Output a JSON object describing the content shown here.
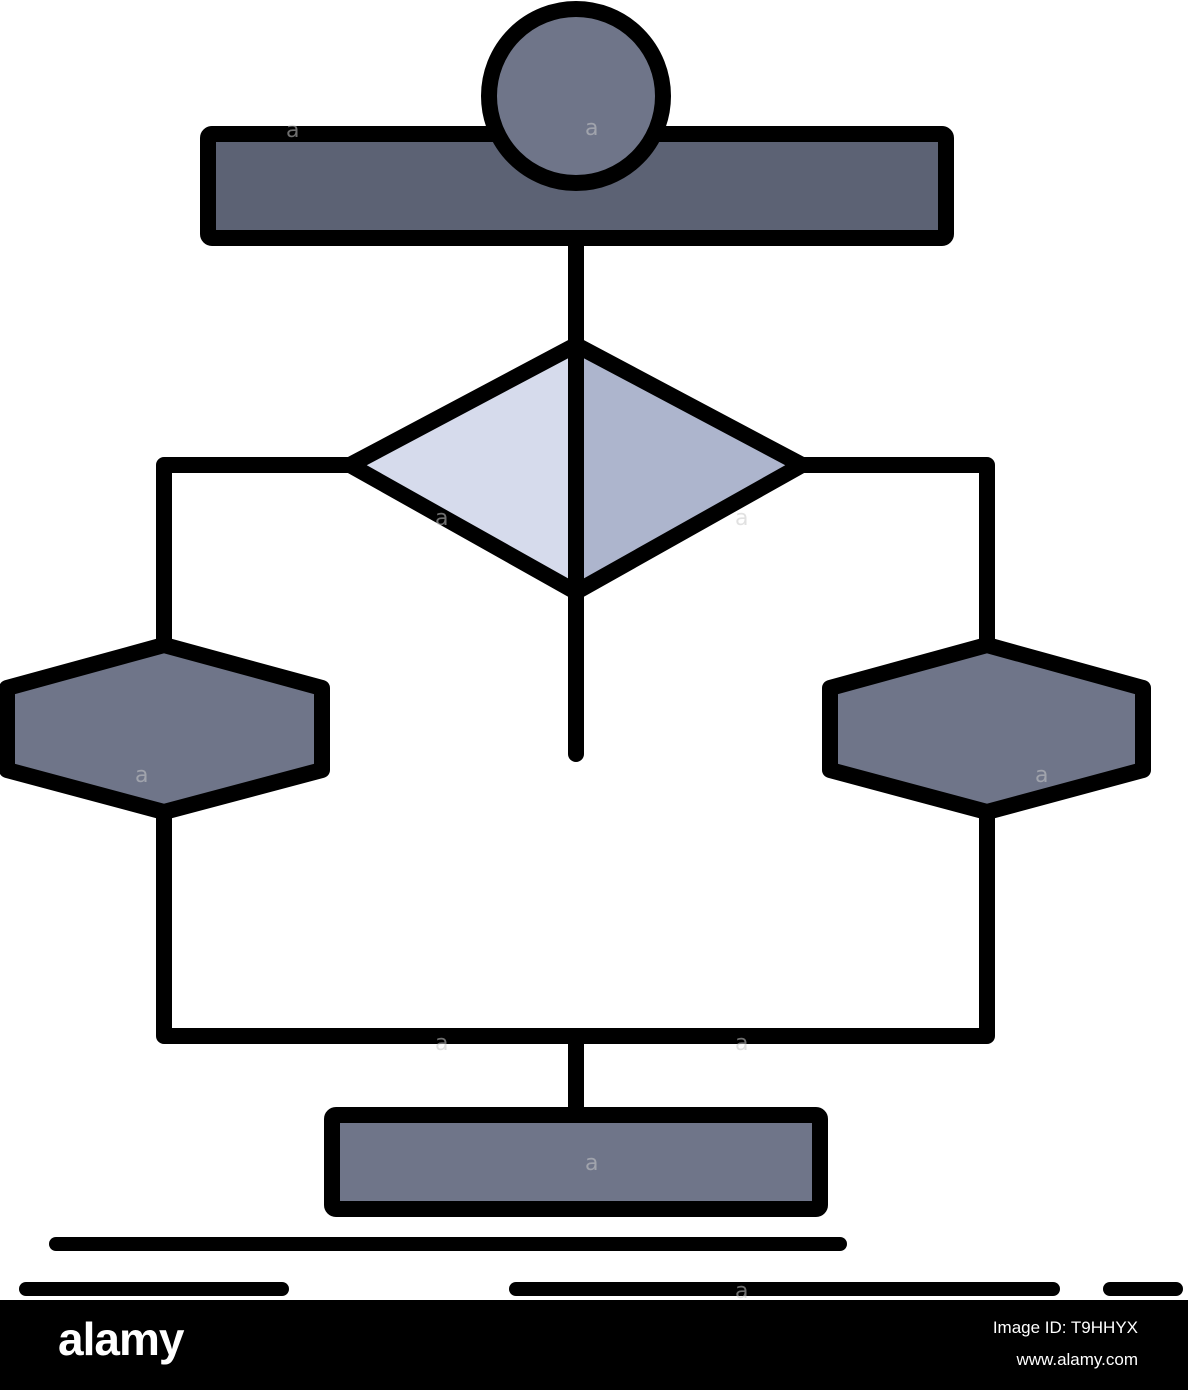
{
  "colors": {
    "stroke": "#000000",
    "start_circle": "#6f7589",
    "top_bar": "#5c6274",
    "decision_left": "#d6dbec",
    "decision_right": "#adb5cd",
    "process_hexagons": "#6f7589",
    "end_bar": "#6f7589",
    "background": "#ffffff",
    "footer_background": "#000000",
    "footer_text": "#ffffff"
  },
  "diagram": {
    "shapes": [
      {
        "name": "start-circle",
        "kind": "circle"
      },
      {
        "name": "top-process-bar",
        "kind": "rectangle"
      },
      {
        "name": "decision-diamond",
        "kind": "diamond"
      },
      {
        "name": "left-process-hexagon",
        "kind": "hexagon"
      },
      {
        "name": "right-process-hexagon",
        "kind": "hexagon"
      },
      {
        "name": "end-process-bar",
        "kind": "rectangle"
      }
    ],
    "watermark_glyph": "a"
  },
  "footer": {
    "brand": "alamy",
    "image_id": "Image ID: T9HHYX",
    "site": "www.alamy.com"
  }
}
